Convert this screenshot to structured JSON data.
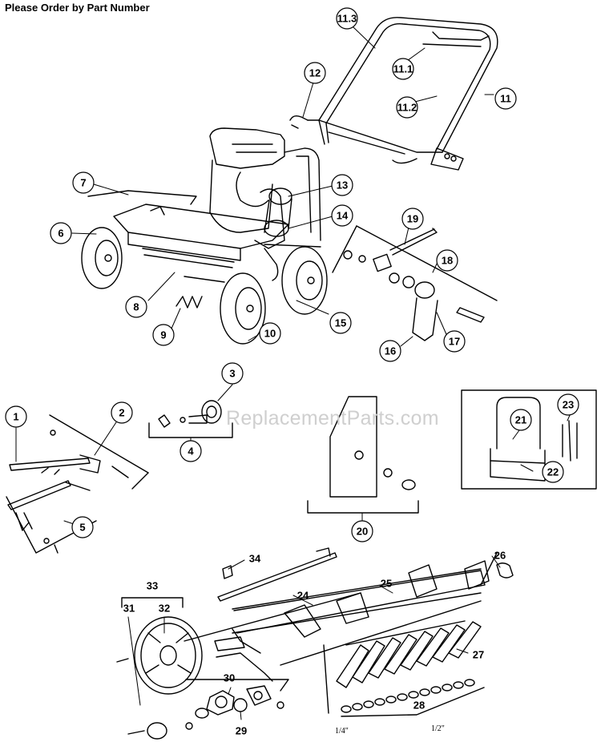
{
  "header": {
    "title": "Please Order by Part Number"
  },
  "watermark": "ReplacementParts.com",
  "callouts": [
    {
      "id": "p11-3",
      "label": "11.3"
    },
    {
      "id": "p11-1",
      "label": "11.1"
    },
    {
      "id": "p11-2",
      "label": "11.2"
    },
    {
      "id": "p11",
      "label": "11"
    },
    {
      "id": "p12",
      "label": "12"
    },
    {
      "id": "p7",
      "label": "7"
    },
    {
      "id": "p13",
      "label": "13"
    },
    {
      "id": "p14",
      "label": "14"
    },
    {
      "id": "p6",
      "label": "6"
    },
    {
      "id": "p19",
      "label": "19"
    },
    {
      "id": "p18",
      "label": "18"
    },
    {
      "id": "p8",
      "label": "8"
    },
    {
      "id": "p15",
      "label": "15"
    },
    {
      "id": "p9",
      "label": "9"
    },
    {
      "id": "p10",
      "label": "10"
    },
    {
      "id": "p17",
      "label": "17"
    },
    {
      "id": "p16",
      "label": "16"
    },
    {
      "id": "p3",
      "label": "3"
    },
    {
      "id": "p1",
      "label": "1"
    },
    {
      "id": "p2",
      "label": "2"
    },
    {
      "id": "p4",
      "label": "4"
    },
    {
      "id": "p21",
      "label": "21"
    },
    {
      "id": "p23",
      "label": "23"
    },
    {
      "id": "p22",
      "label": "22"
    },
    {
      "id": "p5",
      "label": "5"
    },
    {
      "id": "p20",
      "label": "20"
    },
    {
      "id": "p34",
      "label": "34"
    },
    {
      "id": "p26",
      "label": "26"
    },
    {
      "id": "p25",
      "label": "25"
    },
    {
      "id": "p24",
      "label": "24"
    },
    {
      "id": "p33",
      "label": "33"
    },
    {
      "id": "p31",
      "label": "31"
    },
    {
      "id": "p32",
      "label": "32"
    },
    {
      "id": "p27",
      "label": "27"
    },
    {
      "id": "p30",
      "label": "30"
    },
    {
      "id": "p28",
      "label": "28"
    },
    {
      "id": "p29",
      "label": "29"
    }
  ],
  "fractions": {
    "left": "1/4\"",
    "right": "1/2\""
  },
  "colors": {
    "ink": "#000000",
    "background": "#ffffff",
    "watermark": "#cfcfcf"
  }
}
